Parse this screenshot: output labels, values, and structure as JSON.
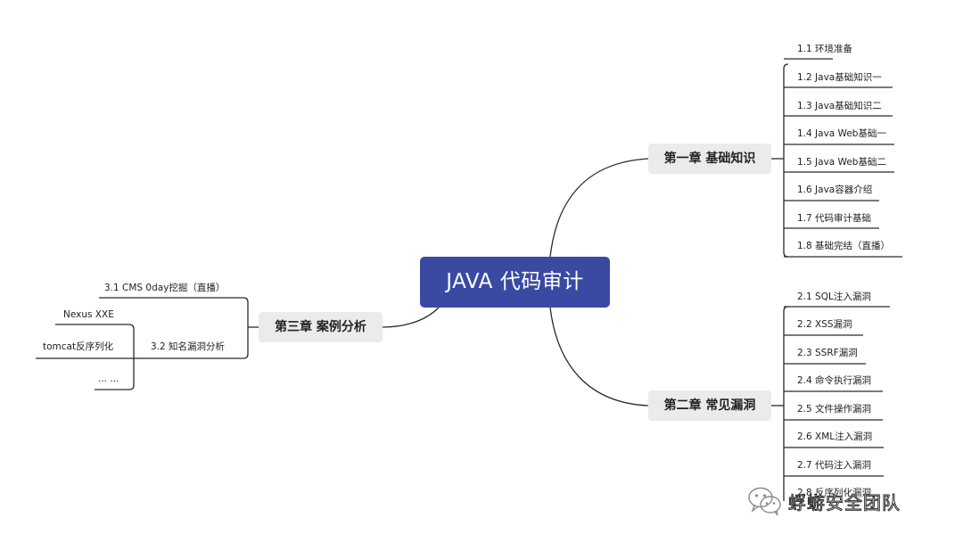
{
  "root": {
    "label": "JAVA 代码审计"
  },
  "chapter1": {
    "label": "第一章 基础知识",
    "items": [
      "1.1 环境准备",
      "1.2 Java基础知识一",
      "1.3 Java基础知识二",
      "1.4 Java Web基础一",
      "1.5 Java Web基础二",
      "1.6 Java容器介绍",
      "1.7 代码审计基础",
      "1.8 基础完结（直播）"
    ]
  },
  "chapter2": {
    "label": "第二章 常见漏洞",
    "items": [
      "2.1 SQL注入漏洞",
      "2.2 XSS漏洞",
      "2.3 SSRF漏洞",
      "2.4 命令执行漏洞",
      "2.5 文件操作漏洞",
      "2.6 XML注入漏洞",
      "2.7 代码注入漏洞",
      "2.8 反序列化漏洞"
    ]
  },
  "chapter3": {
    "label": "第三章 案例分析",
    "items": [
      {
        "label": "3.1 CMS 0day挖掘（直播）",
        "children": []
      },
      {
        "label": "3.2 知名漏洞分析",
        "children": [
          "Nexus XXE",
          "tomcat反序列化",
          "... ..."
        ]
      }
    ]
  },
  "watermark": {
    "text": "蜉蝣安全团队",
    "icon": "wechat-icon"
  },
  "colors": {
    "root_bg": "#3a4aa3",
    "chapter_bg": "#ebebeb",
    "line": "#2b2b2b"
  }
}
